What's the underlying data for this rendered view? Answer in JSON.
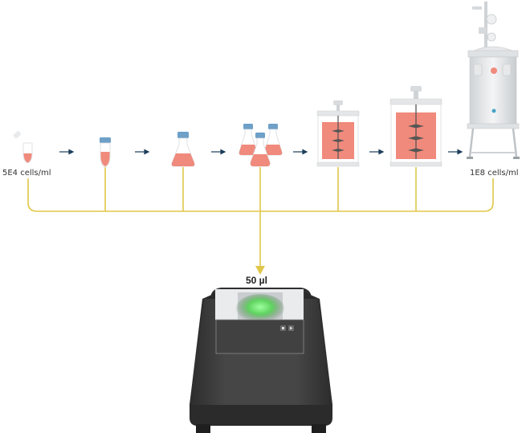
{
  "labels": {
    "start_density": "5E4 cells/ml",
    "end_density": "1E8 cells/ml",
    "sample_volume": "50 µl",
    "device_brand": "",
    "device_model": ""
  },
  "stages": [
    {
      "kind": "tilted-tube"
    },
    {
      "kind": "centrifuge-tube"
    },
    {
      "kind": "erlenmeyer-flask"
    },
    {
      "kind": "flask-group"
    },
    {
      "kind": "small-bioreactor"
    },
    {
      "kind": "medium-bioreactor"
    },
    {
      "kind": "industrial-bioreactor"
    }
  ],
  "colors": {
    "culture": "#f08a7c",
    "culture_light": "#f7b3a8",
    "cap_blue": "#6ea0c8",
    "connector_line": "#e0c74a",
    "arrow": "#1c3d5a",
    "device_body": "#3b3b3b",
    "device_glow": "#6fe36f"
  }
}
